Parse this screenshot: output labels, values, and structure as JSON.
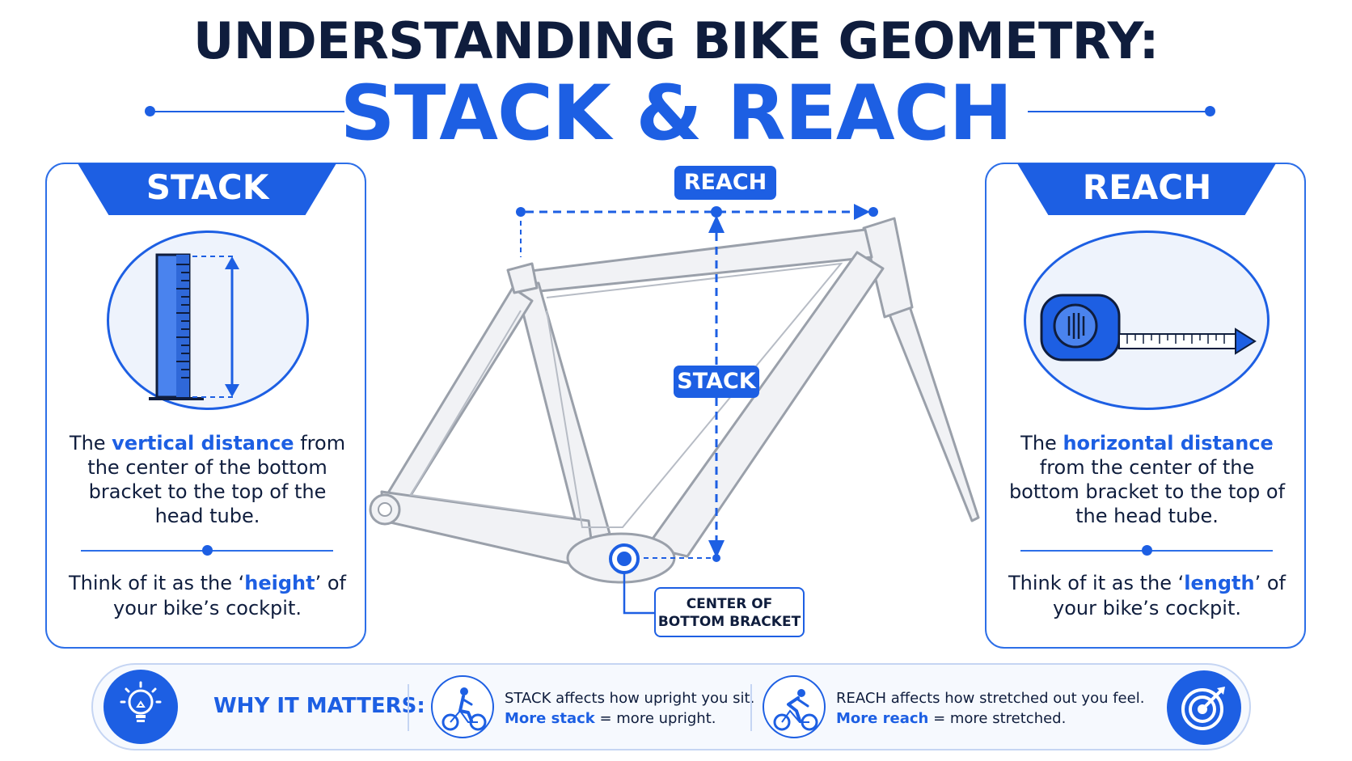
{
  "title": {
    "line1": "UNDERSTANDING BIKE GEOMETRY:",
    "line2": "STACK & REACH"
  },
  "stack_panel": {
    "heading": "STACK",
    "desc_pre": "The ",
    "desc_highlight": "vertical distance",
    "desc_post": " from the center of the bottom bracket to the top of the head tube.",
    "note_pre": "Think of it as the ‘",
    "note_highlight": "height",
    "note_post": "’ of your bike’s cockpit.",
    "icon": "ruler-icon"
  },
  "reach_panel": {
    "heading": "REACH",
    "desc_pre": "The ",
    "desc_highlight": "horizontal distance",
    "desc_post": " from the center of the bottom bracket to the top of the head tube.",
    "note_pre": "Think of it as the ‘",
    "note_highlight": "length",
    "note_post": "’ of your bike’s cockpit.",
    "icon": "tape-measure-icon"
  },
  "diagram": {
    "reach_label": "REACH",
    "stack_label": "STACK",
    "bb_label_line1": "CENTER OF",
    "bb_label_line2": "BOTTOM BRACKET"
  },
  "bottom_bar": {
    "why_label": "WHY IT MATTERS:",
    "fact1_line1": "STACK affects how upright you sit.",
    "fact1_highlight": "More stack",
    "fact1_post": " = more upright.",
    "fact2_line1": "REACH affects how stretched out you feel.",
    "fact2_highlight": "More reach",
    "fact2_post": " = more stretched.",
    "icons": [
      "lightbulb-icon",
      "upright-cyclist-icon",
      "road-cyclist-icon",
      "target-icon"
    ]
  },
  "colors": {
    "accent": "#1d5fe3",
    "navy": "#0f1d3d",
    "frame": "#f1f2f5"
  }
}
